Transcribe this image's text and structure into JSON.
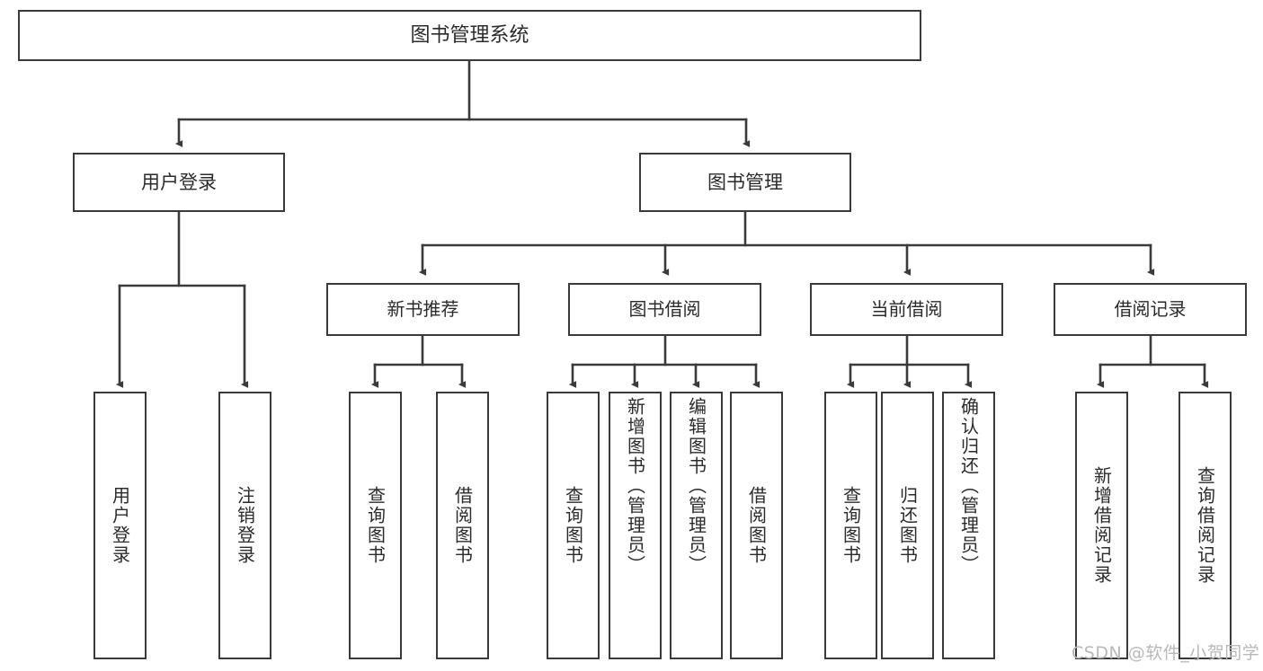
{
  "diagram": {
    "title": "图书管理系统",
    "type": "hierarchy-tree",
    "colors": {
      "box_border": "#3a3a3a",
      "box_fill": "#ffffff",
      "connector": "#3a3a3a",
      "text": "#2b2b2b",
      "watermark": "#b9b9b9",
      "background": "#ffffff"
    },
    "nodes": {
      "root": {
        "label": "图书管理系统"
      },
      "level1": [
        {
          "id": "user-login",
          "label": "用户登录"
        },
        {
          "id": "book-manage",
          "label": "图书管理"
        }
      ],
      "level2": [
        {
          "id": "new-book-recommend",
          "label": "新书推荐",
          "parent": "book-manage"
        },
        {
          "id": "book-borrow",
          "label": "图书借阅",
          "parent": "book-manage"
        },
        {
          "id": "current-borrow",
          "label": "当前借阅",
          "parent": "book-manage"
        },
        {
          "id": "borrow-record",
          "label": "借阅记录",
          "parent": "book-manage"
        }
      ],
      "leaves": [
        {
          "id": "leaf-user-login",
          "label": "用户登录",
          "parent": "user-login"
        },
        {
          "id": "leaf-logout",
          "label": "注销登录",
          "parent": "user-login"
        },
        {
          "id": "leaf-query-book-1",
          "label": "查询图书",
          "parent": "new-book-recommend"
        },
        {
          "id": "leaf-borrow-book-1",
          "label": "借阅图书",
          "parent": "new-book-recommend"
        },
        {
          "id": "leaf-query-book-2",
          "label": "查询图书",
          "parent": "book-borrow"
        },
        {
          "id": "leaf-add-book",
          "label": "新增图书（管理员）",
          "parent": "book-borrow"
        },
        {
          "id": "leaf-edit-book",
          "label": "编辑图书（管理员）",
          "parent": "book-borrow"
        },
        {
          "id": "leaf-borrow-book-2",
          "label": "借阅图书",
          "parent": "book-borrow"
        },
        {
          "id": "leaf-query-book-3",
          "label": "查询图书",
          "parent": "current-borrow"
        },
        {
          "id": "leaf-return-book",
          "label": "归还图书",
          "parent": "current-borrow"
        },
        {
          "id": "leaf-confirm-return",
          "label": "确认归还（管理员）",
          "parent": "current-borrow"
        },
        {
          "id": "leaf-add-record",
          "label": "新增借阅记录",
          "parent": "borrow-record"
        },
        {
          "id": "leaf-query-record",
          "label": "查询借阅记录",
          "parent": "borrow-record"
        }
      ]
    },
    "watermark": "CSDN @软件_小贺同学"
  }
}
